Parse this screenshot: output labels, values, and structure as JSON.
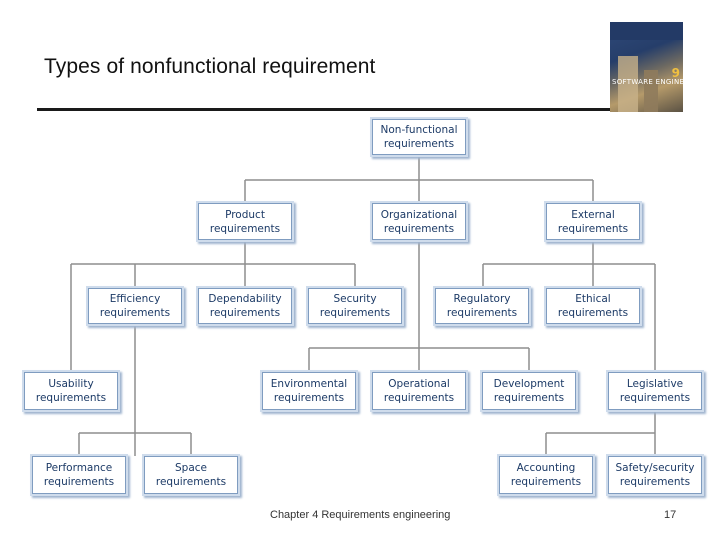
{
  "slide": {
    "title": "Types of nonfunctional requirement",
    "footer": "Chapter 4 Requirements engineering",
    "page_number": "17"
  },
  "book_cover": {
    "title": "SOFTWARE ENGINEERING",
    "edition": "9"
  },
  "diagram": {
    "root": "Non-functional requirements",
    "level1": {
      "product": "Product requirements",
      "organizational": "Organizational requirements",
      "external": "External requirements"
    },
    "product_children": {
      "efficiency": "Efficiency requirements",
      "dependability": "Dependability requirements",
      "security": "Security requirements",
      "usability": "Usability requirements"
    },
    "efficiency_children": {
      "performance": "Performance requirements",
      "space": "Space requirements"
    },
    "organizational_children": {
      "environmental": "Environmental requirements",
      "operational": "Operational requirements",
      "development": "Development requirements"
    },
    "external_children": {
      "regulatory": "Regulatory requirements",
      "ethical": "Ethical requirements",
      "legislative": "Legislative requirements"
    },
    "legislative_children": {
      "accounting": "Accounting requirements",
      "safety_security": "Safety/security requirements"
    }
  }
}
